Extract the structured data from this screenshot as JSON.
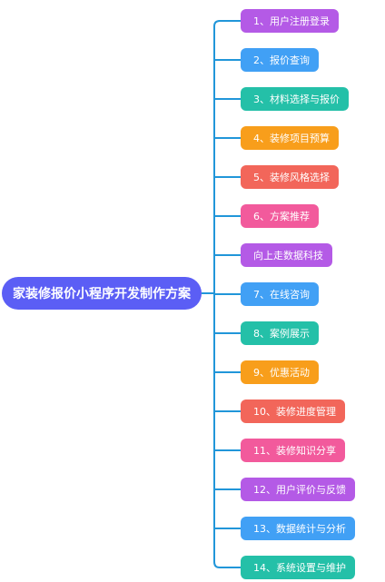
{
  "root": {
    "label": "家装修报价小程序开发制作方案",
    "color": "#5b5ef5"
  },
  "connector_color": "#2196d9",
  "branches": [
    {
      "label": "1、用户注册登录",
      "color": "#b45ae6"
    },
    {
      "label": "2、报价查询",
      "color": "#41a0f5"
    },
    {
      "label": "3、材料选择与报价",
      "color": "#24c0a8"
    },
    {
      "label": "4、装修项目预算",
      "color": "#f89e1b"
    },
    {
      "label": "5、装修风格选择",
      "color": "#f2665a"
    },
    {
      "label": "6、方案推荐",
      "color": "#f25a9c"
    },
    {
      "label": "向上走数据科技",
      "color": "#b45ae6"
    },
    {
      "label": "7、在线咨询",
      "color": "#41a0f5"
    },
    {
      "label": "8、案例展示",
      "color": "#24c0a8"
    },
    {
      "label": "9、优惠活动",
      "color": "#f89e1b"
    },
    {
      "label": "10、装修进度管理",
      "color": "#f2665a"
    },
    {
      "label": "11、装修知识分享",
      "color": "#f25a9c"
    },
    {
      "label": "12、用户评价与反馈",
      "color": "#b45ae6"
    },
    {
      "label": "13、数据统计与分析",
      "color": "#41a0f5"
    },
    {
      "label": "14、系统设置与维护",
      "color": "#24c0a8"
    }
  ]
}
